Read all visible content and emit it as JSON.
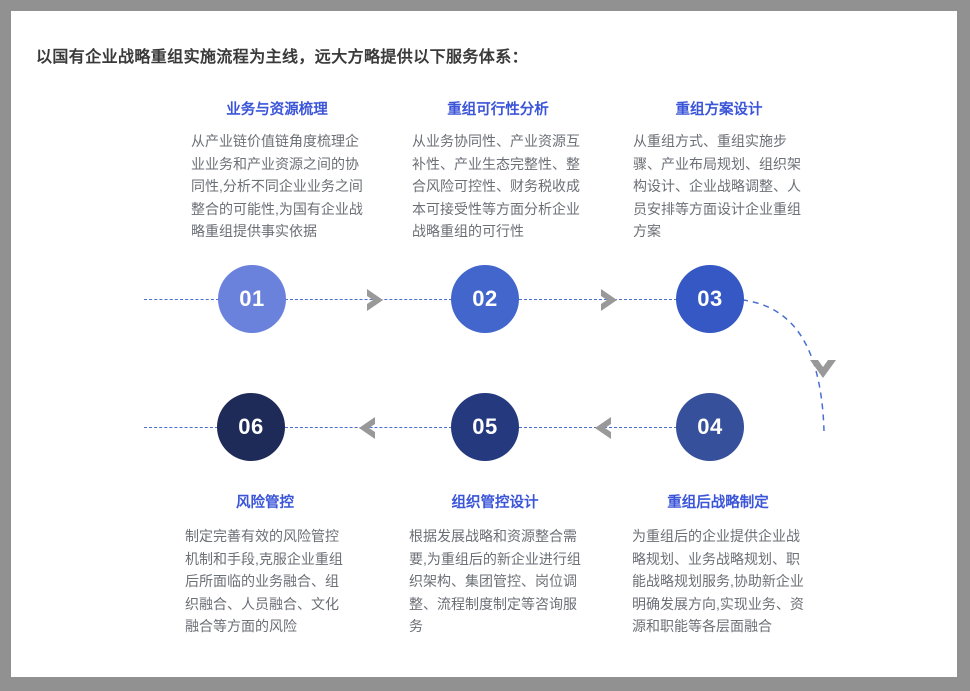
{
  "title": "以国有企业战略重组实施流程为主线，远大方略提供以下服务体系：",
  "colors": {
    "heading": "#3b55d9",
    "body_text": "#6b6f76",
    "title_text": "#3a3a3a",
    "dash_line": "#4a6fd0",
    "chevron": "#999999",
    "page_background": "#ffffff",
    "outer_background": "#919191",
    "step_01": "#6b82dd",
    "step_02": "#4266cc",
    "step_03": "#3558c4",
    "step_04": "#36509c",
    "step_05": "#25397f",
    "step_06": "#1e2a57"
  },
  "steps": [
    {
      "number": "01",
      "heading": "业务与资源梳理",
      "body": "从产业链价值链角度梳理企业业务和产业资源之间的协同性,分析不同企业业务之间整合的可能性,为国有企业战略重组提供事实依据"
    },
    {
      "number": "02",
      "heading": "重组可行性分析",
      "body": "从业务协同性、产业资源互补性、产业生态完整性、整合风险可控性、财务税收成本可接受性等方面分析企业战略重组的可行性"
    },
    {
      "number": "03",
      "heading": "重组方案设计",
      "body": "从重组方式、重组实施步骤、产业布局规划、组织架构设计、企业战略调整、人员安排等方面设计企业重组方案"
    },
    {
      "number": "04",
      "heading": "重组后战略制定",
      "body": "为重组后的企业提供企业战略规划、业务战略规划、职能战略规划服务,协助新企业明确发展方向,实现业务、资源和职能等各层面融合"
    },
    {
      "number": "05",
      "heading": "组织管控设计",
      "body": "根据发展战略和资源整合需要,为重组后的新企业进行组织架构、集团管控、岗位调整、流程制度制定等咨询服务"
    },
    {
      "number": "06",
      "heading": "风险管控",
      "body": "制定完善有效的风险管控机制和手段,克服企业重组后所面临的业务融合、组织融合、人员融合、文化融合等方面的风险"
    }
  ]
}
